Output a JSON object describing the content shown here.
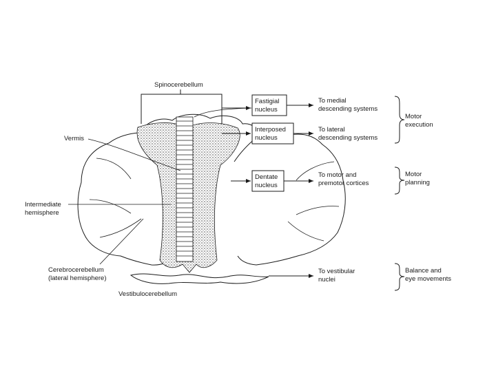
{
  "diagram": {
    "labels": {
      "spinocerebellum": "Spinocerebellum",
      "vermis": "Vermis",
      "intermediate_1": "Intermediate",
      "intermediate_2": "hemisphere",
      "cerebro_1": "Cerebrocerebellum",
      "cerebro_2": "(lateral hemisphere)",
      "vestibulo": "Vestibulocerebellum"
    },
    "nuclei": {
      "fastigial_1": "Fastigial",
      "fastigial_2": "nucleus",
      "interposed_1": "Interposed",
      "interposed_2": "nucleus",
      "dentate_1": "Dentate",
      "dentate_2": "nucleus"
    },
    "targets": {
      "medial_1": "To medial",
      "medial_2": "descending systems",
      "lateral_1": "To lateral",
      "lateral_2": "descending systems",
      "motor_1": "To motor and",
      "motor_2": "premotor cortices",
      "vest_1": "To vestibular",
      "vest_2": "nuclei"
    },
    "functions": {
      "exec_1": "Motor",
      "exec_2": "execution",
      "plan_1": "Motor",
      "plan_2": "planning",
      "bal_1": "Balance and",
      "bal_2": "eye movements"
    }
  }
}
